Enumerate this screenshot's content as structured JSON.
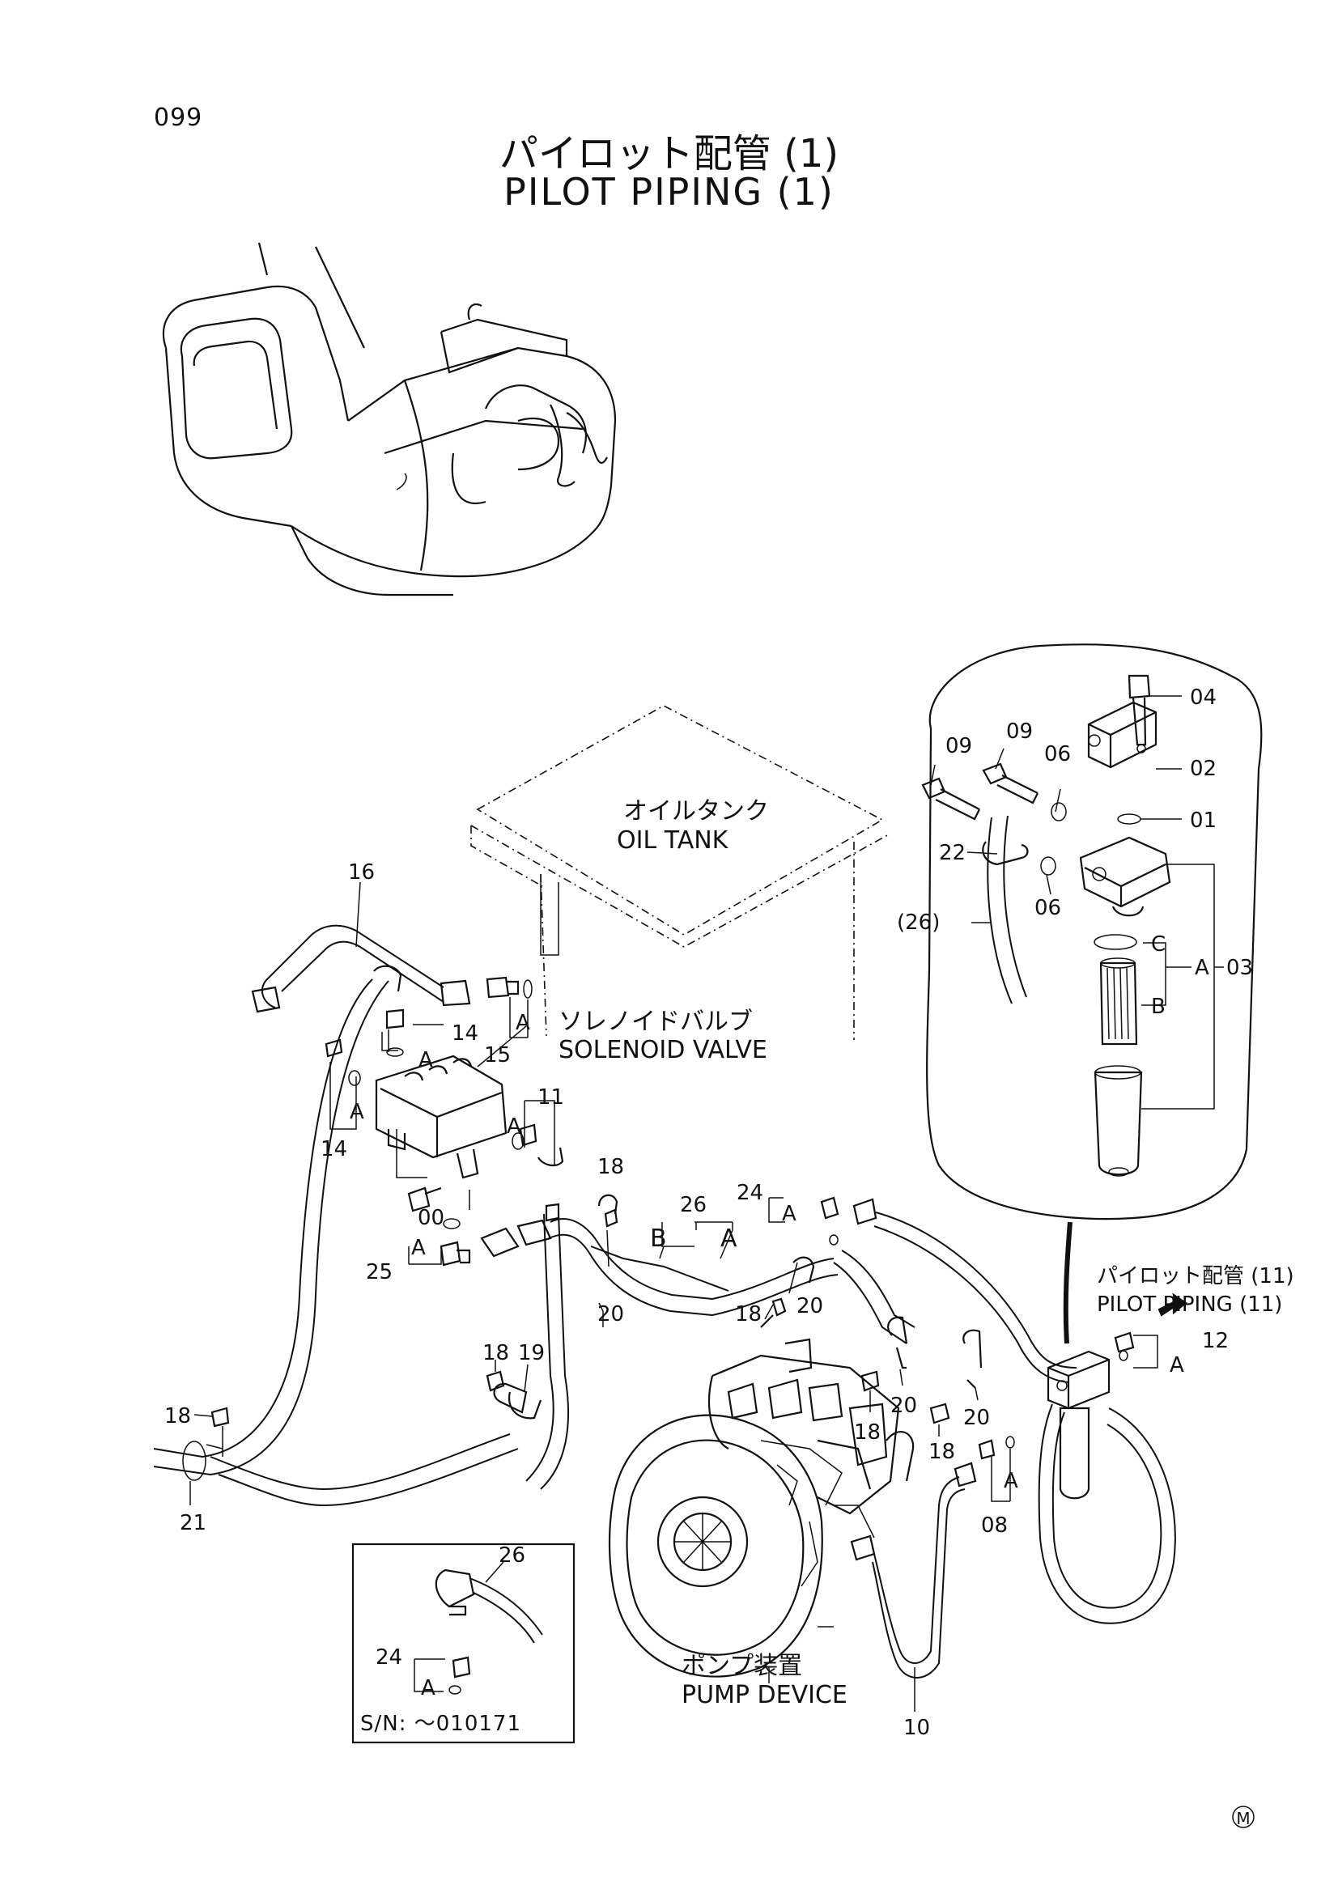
{
  "header": {
    "page_number": "099",
    "title_jp": "パイロット配管 (1)",
    "title_en": "PILOT PIPING (1)"
  },
  "callouts": {
    "oil_tank_jp": "オイルタンク",
    "oil_tank_en": "OIL TANK",
    "solenoid_jp": "ソレノイドバルブ",
    "solenoid_en": "SOLENOID VALVE",
    "pilot_ref_jp": "パイロット配管 (11)",
    "pilot_ref_en": "PILOT PIPING (11)",
    "pump_jp": "ポンプ装置",
    "pump_en": "PUMP DEVICE"
  },
  "part_labels": {
    "p04": "04",
    "p09a": "09",
    "p09b": "09",
    "p06a": "06",
    "p02": "02",
    "p01": "01",
    "p22": "22",
    "p06b": "06",
    "p26ref": "(26)",
    "pC": "C",
    "pA03": "A",
    "p03": "03",
    "pB": "B",
    "p16": "16",
    "p15": "15",
    "pA15": "A",
    "p14a": "14",
    "pA14a": "A",
    "p14b": "14",
    "pA14b": "A",
    "p11": "11",
    "pA11": "A",
    "p00": "00",
    "pA25": "A",
    "p25": "25",
    "p18a": "18",
    "p26": "26",
    "pB26": "B",
    "pA26": "A",
    "p24": "24",
    "pA24": "A",
    "p20a": "20",
    "p18b": "18",
    "p20b": "20",
    "p18c": "18",
    "p19": "19",
    "p18d": "18",
    "p21": "21",
    "p18e": "18",
    "p20c": "20",
    "p18f": "18",
    "p20d": "20",
    "p12": "12",
    "pA12": "A",
    "pA08": "A",
    "p08": "08",
    "p10": "10"
  },
  "inset": {
    "label_26": "26",
    "label_24": "24",
    "label_A": "A",
    "serial": "S/N:  ～010171"
  },
  "footer": {
    "mark": "M"
  }
}
